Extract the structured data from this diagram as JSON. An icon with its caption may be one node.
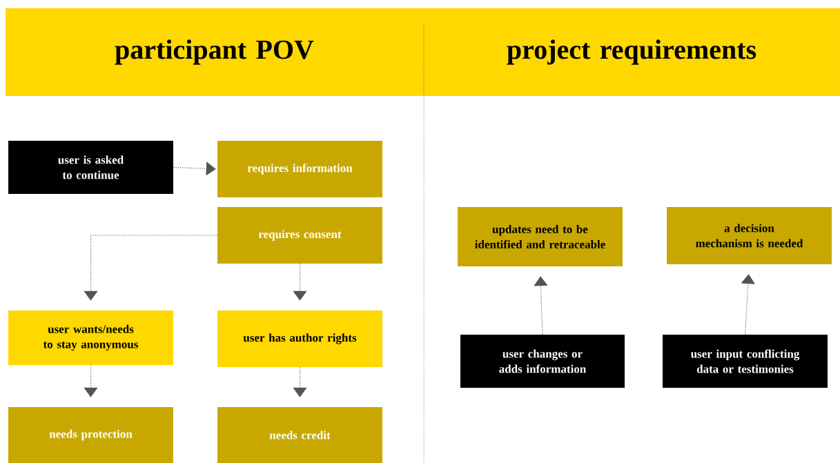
{
  "diagram": {
    "nodes": [
      {
        "text": [
          "participant POV"
        ]
      },
      {
        "text": [
          "project requirements"
        ]
      },
      {
        "text": [
          "user is asked to continue"
        ]
      },
      {
        "text": [
          "requires information"
        ]
      },
      {
        "text": [
          "requires consent"
        ]
      },
      {
        "text": [
          "user wants/needs to stay anonymous"
        ]
      },
      {
        "text": [
          "user has author rights"
        ]
      },
      {
        "text": [
          "needs protection"
        ]
      },
      {
        "text": [
          "needs credit"
        ]
      },
      {
        "text": [
          "updates need to be identified and retraceable"
        ]
      },
      {
        "text": [
          "a decision mechanism is needed"
        ]
      },
      {
        "text": [
          "user changes or adds information"
        ]
      },
      {
        "text": [
          "user input conflicting data or testimonies"
        ]
      }
    ],
    "edges": [
      {
        "from": 2,
        "to": 3,
        "arrow": "to"
      },
      {
        "from": 4,
        "to": 5,
        "arrow": "to"
      },
      {
        "from": 4,
        "to": 6,
        "arrow": "to"
      },
      {
        "from": 5,
        "to": 7,
        "arrow": "to"
      },
      {
        "from": 6,
        "to": 8,
        "arrow": "to"
      },
      {
        "from": 11,
        "to": 9,
        "arrow": "to"
      },
      {
        "from": 12,
        "to": 10,
        "arrow": "to"
      }
    ]
  }
}
